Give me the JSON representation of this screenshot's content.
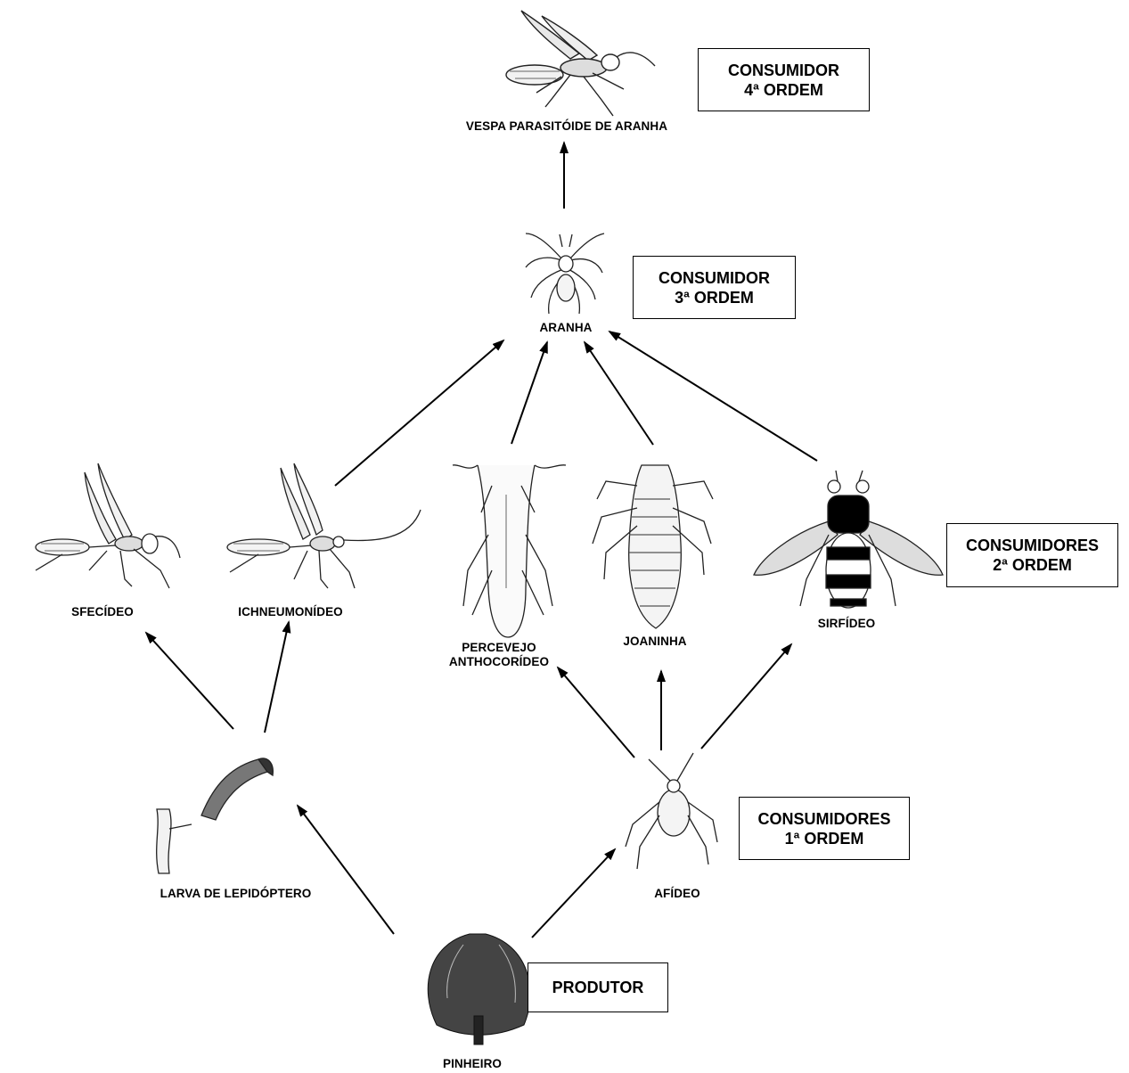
{
  "organisms": {
    "vespa": "VESPA PARASITÓIDE DE ARANHA",
    "aranha": "ARANHA",
    "sfecideo": "SFECÍDEO",
    "ichneumonideo": "ICHNEUMONÍDEO",
    "percevejo_line1": "PERCEVEJO",
    "percevejo_line2": "ANTHOCORÍDEO",
    "joaninha": "JOANINHA",
    "sirfideo": "SIRFÍDEO",
    "larva": "LARVA DE LEPIDÓPTERO",
    "afideo": "AFÍDEO",
    "pinheiro": "PINHEIRO"
  },
  "levels": {
    "consumidor4": {
      "line1": "CONSUMIDOR",
      "line2": "4ª ORDEM"
    },
    "consumidor3": {
      "line1": "CONSUMIDOR",
      "line2": "3ª ORDEM"
    },
    "consumidores2": {
      "line1": "CONSUMIDORES",
      "line2": "2ª ORDEM"
    },
    "consumidores1": {
      "line1": "CONSUMIDORES",
      "line2": "1ª ORDEM"
    },
    "produtor": {
      "line1": "PRODUTOR"
    }
  },
  "icons": [
    "wasp-icon",
    "spider-icon",
    "sphecid-wasp-icon",
    "ichneumon-wasp-icon",
    "bug-icon",
    "ladybird-larva-icon",
    "hoverfly-icon",
    "caterpillar-icon",
    "aphid-icon",
    "pine-tree-icon"
  ]
}
